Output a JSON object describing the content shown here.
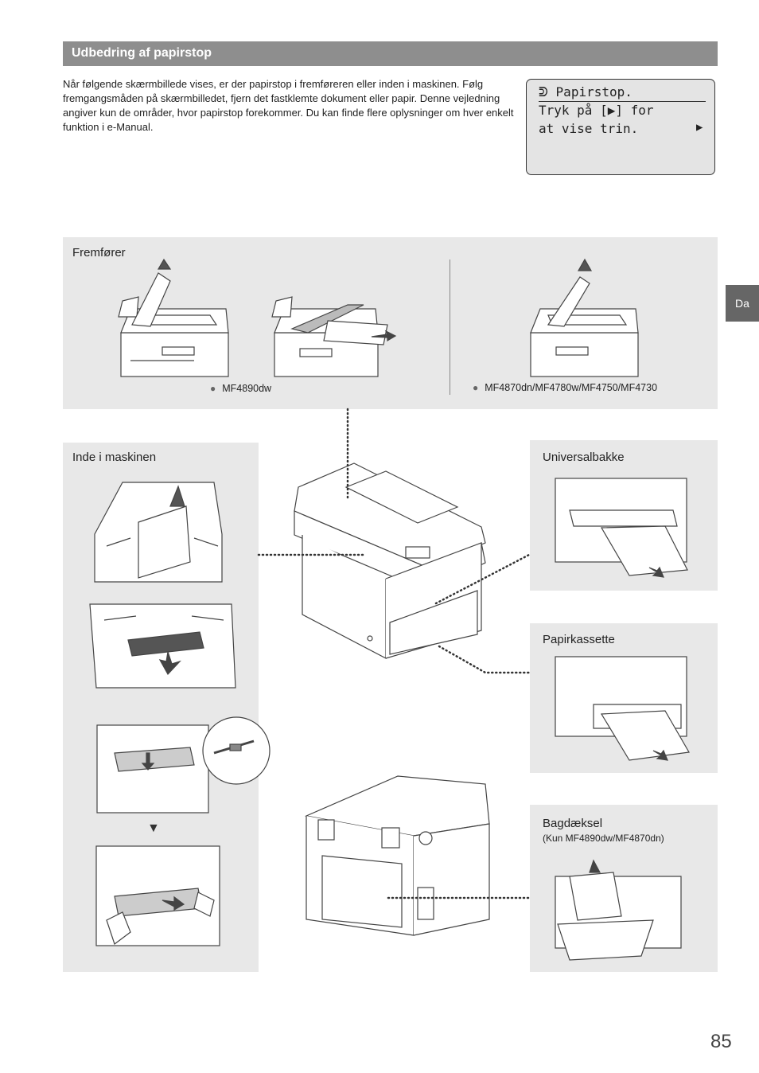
{
  "header": {
    "title": "Udbedring af papirstop"
  },
  "intro": {
    "text": "Når følgende skærmbillede vises, er der papirstop i fremføreren eller inden i maskinen. Følg fremgangsmåden på skærmbilledet, fjern det fastklemte dokument eller papir. Denne vejledning angiver kun de områder, hvor papirstop forekommer. Du kan finde flere oplysninger om hver enkelt funktion i e-Manual."
  },
  "lcd": {
    "line1": "Papirstop.",
    "line2a": "Tryk på [",
    "line2b": "] for",
    "line3": "at vise trin."
  },
  "side_tab": "Da",
  "feeder": {
    "label": "Fremfører",
    "model_a": "MF4890dw",
    "model_b": "MF4870dn/MF4780w/MF4750/MF4730"
  },
  "inside": {
    "label": "Inde i maskinen"
  },
  "multipurpose": {
    "label": "Universalbakke"
  },
  "cassette": {
    "label": "Papirkassette"
  },
  "rear": {
    "label": "Bagdæksel",
    "note": "(Kun MF4890dw/MF4870dn)"
  },
  "page_number": "85",
  "colors": {
    "title_bar": "#8e8e8e",
    "panel": "#e8e8e8",
    "tab": "#666666"
  }
}
